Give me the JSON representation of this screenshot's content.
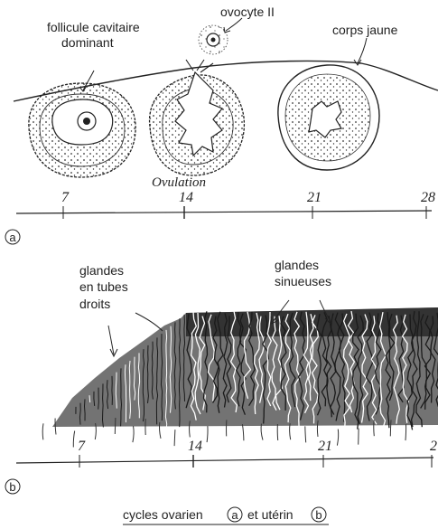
{
  "panel_a": {
    "labels": {
      "dominant_follicle_line1": "follicule cavitaire",
      "dominant_follicle_line2": "dominant",
      "oocyte": "ovocyte II",
      "corpus_luteum": "corps jaune",
      "ovulation": "Ovulation"
    },
    "axis_ticks": [
      "7",
      "14",
      "21",
      "28"
    ],
    "panel_letter": "a"
  },
  "panel_b": {
    "labels": {
      "straight_glands_line1": "glandes",
      "straight_glands_line2": "en tubes",
      "straight_glands_line3": "droits",
      "sinuous_glands_line1": "glandes",
      "sinuous_glands_line2": "sinueuses"
    },
    "axis_ticks": [
      "7",
      "14",
      "21",
      "2"
    ],
    "panel_letter": "b"
  },
  "caption": {
    "part1": "cycles ovarien",
    "letter_a": "a",
    "part2": "et utérin",
    "letter_b": "b"
  },
  "colors": {
    "ink": "#222222",
    "tissue": "#3a3a3a",
    "background": "#ffffff"
  }
}
